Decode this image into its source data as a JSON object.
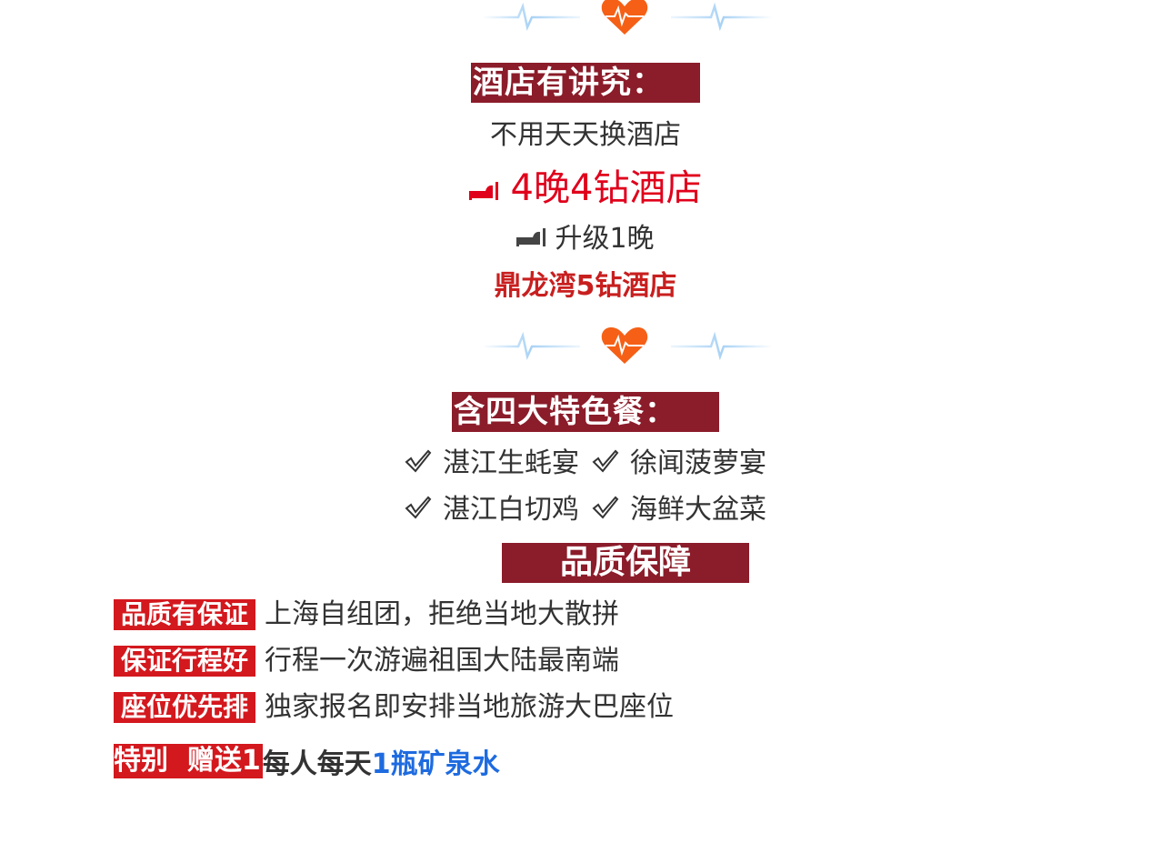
{
  "dividers": [
    {
      "icon": "heartbeat-heart-icon",
      "color": "#f56016",
      "line_color": "#a8d2f5"
    },
    {
      "icon": "heartbeat-heart-icon",
      "color": "#f56016",
      "line_color": "#a8d2f5"
    }
  ],
  "hotel": {
    "title": "酒店有讲究：",
    "subtitle": "不用天天换酒店",
    "highlight": "4晚4钻酒店",
    "upgrade": "升级1晚",
    "upgrade_hotel": "鼎龙湾5钻酒店",
    "highlight_color": "#e0001b",
    "upgrade_hotel_color": "#c81f1f"
  },
  "meals": {
    "title": "含四大特色餐：",
    "items": [
      "湛江生蚝宴",
      "徐闻菠萝宴",
      "湛江白切鸡",
      "海鲜大盆菜"
    ]
  },
  "quality": {
    "title": "品质保障",
    "rows": [
      {
        "tag": "品质有保证",
        "text": "上海自组团，拒绝当地大散拼"
      },
      {
        "tag": "保证行程好",
        "text": "行程一次游遍祖国大陆最南端"
      },
      {
        "tag": "座位优先排",
        "text": "独家报名即安排当地旅游大巴座位"
      }
    ],
    "gift": {
      "tag": "特别  赠送1",
      "text": "每人每天",
      "highlight": "1瓶矿泉水",
      "highlight_color": "#1e6be0"
    },
    "tag_color": "#d3181e",
    "title_bg": "#8b1c2a"
  }
}
